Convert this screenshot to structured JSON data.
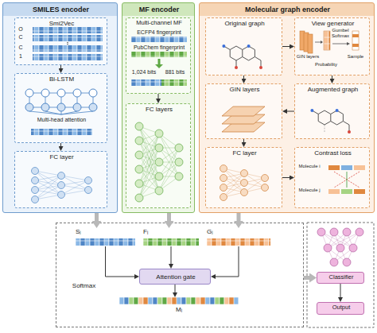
{
  "diagram": {
    "nodes": [
      {
        "text": [
          "SMILES encoder"
        ]
      },
      {
        "text": [
          "Smi2Vec"
        ],
        "in": 0
      },
      {
        "text": [
          "Bi-LSTM",
          "Multi-head attention"
        ],
        "in": 0
      },
      {
        "text": [
          "FC layer"
        ],
        "in": 0
      },
      {
        "text": [
          "MF encoder"
        ]
      },
      {
        "text": [
          "Multi-channel MF",
          "ECFP4 fingerprint",
          "PubChem fingerprint",
          "1,024 bits",
          "881 bits"
        ],
        "in": 4
      },
      {
        "text": [
          "FC layers"
        ],
        "in": 4
      },
      {
        "text": [
          "Molecular graph encoder"
        ]
      },
      {
        "text": [
          "Original graph"
        ],
        "in": 7
      },
      {
        "text": [
          "View generator"
        ],
        "in": 7
      },
      {
        "text": [
          "GIN layers"
        ],
        "in": 7
      },
      {
        "text": [
          "Augmented graph"
        ],
        "in": 7
      },
      {
        "text": [
          "FC layer"
        ],
        "in": 7
      },
      {
        "text": [
          "Contrast loss"
        ],
        "in": 7
      },
      {
        "text": [
          "Softmax"
        ]
      },
      {
        "text": [
          "Sᵢ"
        ],
        "in": 14
      },
      {
        "text": [
          "Fᵢ"
        ],
        "in": 14
      },
      {
        "text": [
          "Gᵢ"
        ],
        "in": 14
      },
      {
        "text": [
          "Attention gate"
        ],
        "in": 14
      },
      {
        "text": [
          "Mᵢ"
        ],
        "in": 14
      },
      {
        "text": [
          "Classifier"
        ]
      },
      {
        "text": [
          "Output"
        ]
      }
    ],
    "edges": [
      {
        "from": 1,
        "to": 2,
        "arrow": "to"
      },
      {
        "from": 2,
        "to": 3,
        "arrow": "to"
      },
      {
        "from": 5,
        "to": 6,
        "arrow": "to"
      },
      {
        "from": 8,
        "to": 9,
        "arrow": "to"
      },
      {
        "from": 8,
        "to": 10,
        "arrow": "to"
      },
      {
        "from": 9,
        "to": 11,
        "arrow": "to"
      },
      {
        "from": 11,
        "to": 10,
        "arrow": "to"
      },
      {
        "from": 10,
        "to": 12,
        "arrow": "to"
      },
      {
        "from": 12,
        "to": 13,
        "arrow": "to"
      },
      {
        "from": 0,
        "to": 15,
        "arrow": "to"
      },
      {
        "from": 4,
        "to": 16,
        "arrow": "to"
      },
      {
        "from": 7,
        "to": 17,
        "arrow": "to"
      },
      {
        "from": 15,
        "to": 18,
        "arrow": "to"
      },
      {
        "from": 16,
        "to": 18,
        "arrow": "to"
      },
      {
        "from": 17,
        "to": 18,
        "arrow": "to"
      },
      {
        "from": 18,
        "to": 19,
        "arrow": "to"
      },
      {
        "from": 14,
        "to": 20,
        "arrow": "to"
      },
      {
        "from": 20,
        "to": 21,
        "arrow": "to"
      }
    ],
    "labels": [
      "O",
      "C",
      "C",
      "1",
      "GIN layers",
      "Probability",
      "Gumbel Softmax",
      "Sample",
      "Molecule i",
      "Molecule j"
    ]
  }
}
